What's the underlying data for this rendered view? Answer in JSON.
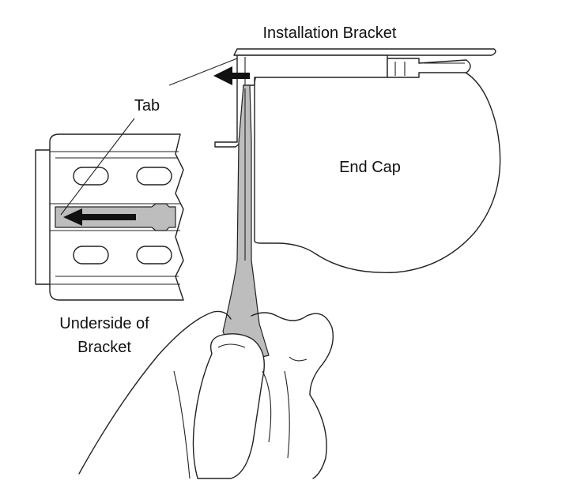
{
  "labels": {
    "installation_bracket": "Installation Bracket",
    "tab": "Tab",
    "end_cap": "End Cap",
    "underside_line1": "Underside of",
    "underside_line2": "Bracket"
  },
  "colors": {
    "line": "#222222",
    "tab_gray": "#bdbdbd",
    "arrow": "#111111",
    "background": "#ffffff"
  },
  "icons": [
    "left-arrow-icon",
    "left-arrow-icon"
  ]
}
